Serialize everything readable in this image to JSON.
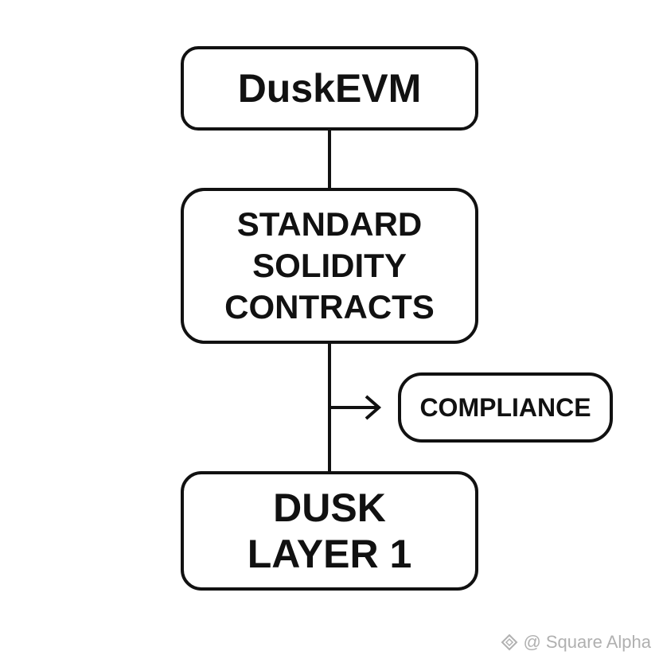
{
  "nodes": {
    "top": {
      "label": "DuskEVM"
    },
    "middle": {
      "lines": [
        "STANDARD",
        "SOLIDITY",
        "CONTRACTS"
      ]
    },
    "side": {
      "label": "COMPLIANCE"
    },
    "bottom": {
      "lines": [
        "DUSK",
        "LAYER 1"
      ]
    }
  },
  "watermark": {
    "text": "@ Square Alpha"
  },
  "colors": {
    "stroke": "#111111",
    "background": "#ffffff",
    "watermark": "#b0b0b0"
  }
}
